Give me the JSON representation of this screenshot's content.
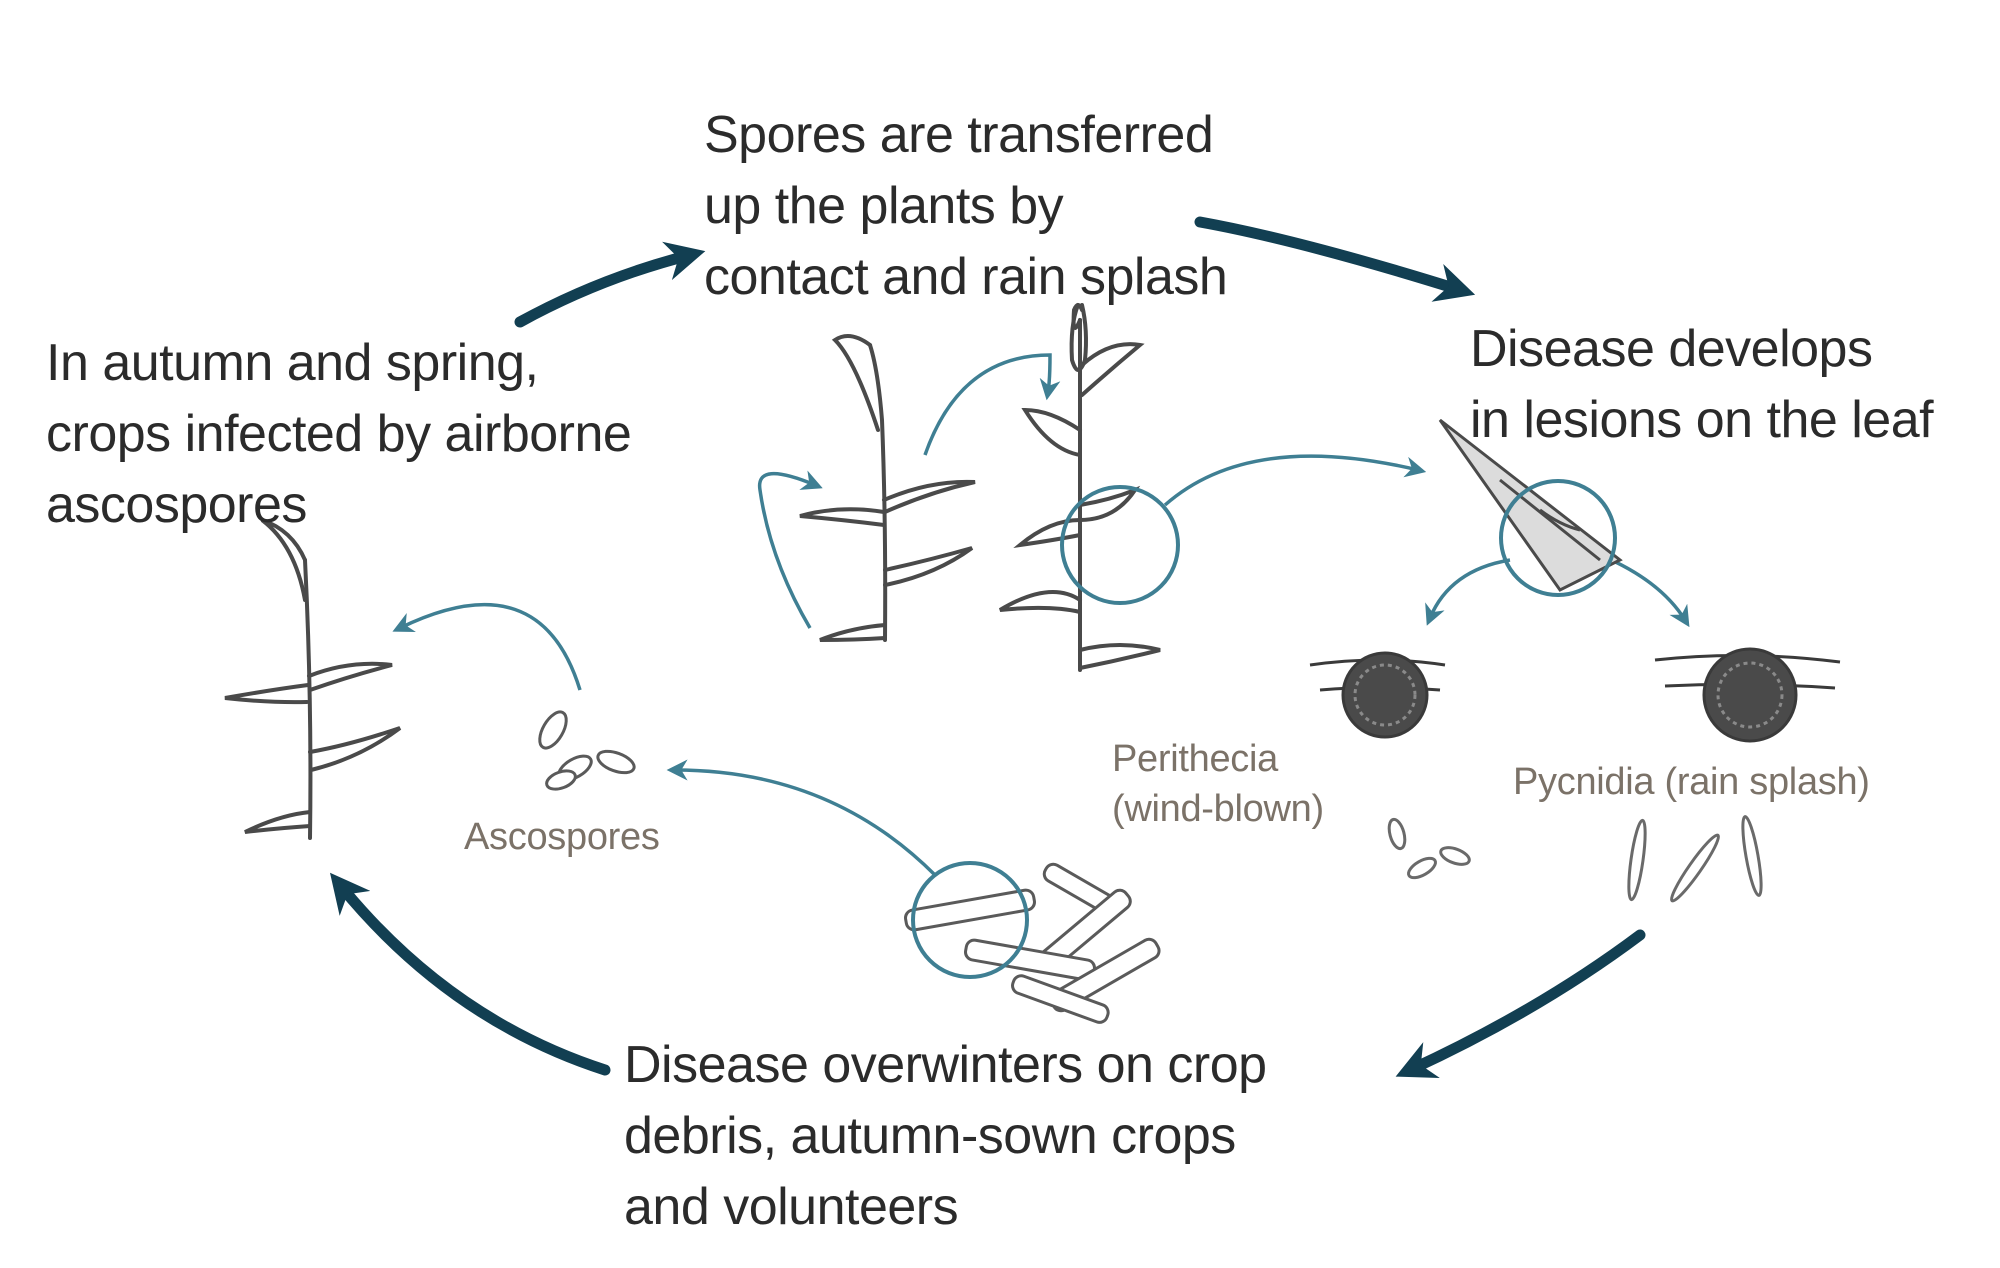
{
  "stages": {
    "spring_infection": [
      "In autumn and spring,",
      "crops infected by airborne",
      "ascospores"
    ],
    "transfer": [
      "Spores are transferred",
      "up the plants by",
      "contact and rain splash"
    ],
    "lesions": [
      "Disease develops",
      "in lesions on the leaf"
    ],
    "overwinter": [
      "Disease overwinters on crop",
      "debris, autumn-sown crops",
      "and volunteers"
    ]
  },
  "structures": {
    "ascospores": "Ascospores",
    "perithecia": [
      "Perithecia",
      "(wind-blown)"
    ],
    "pycnidia": "Pycnidia (rain splash)"
  },
  "colors": {
    "cycle_arrow": "#123f52",
    "thin_arrow": "#3f7f93",
    "drawing": "#4a4a4a",
    "stage_text": "#2b2b2b",
    "minor_text": "#7b7268"
  }
}
